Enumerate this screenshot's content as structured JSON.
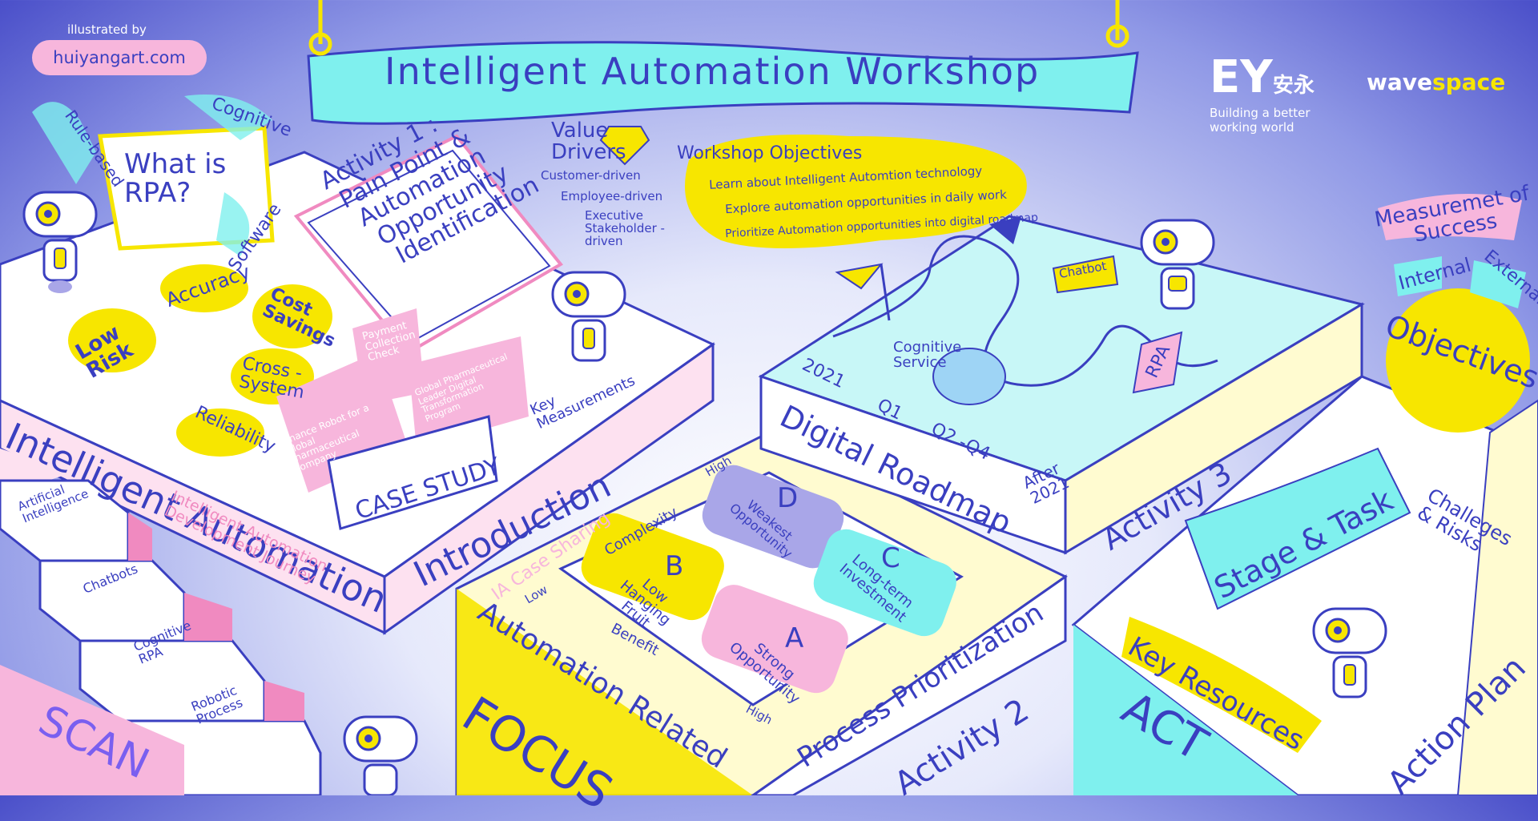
{
  "credit": {
    "prefix": "illustrated by",
    "site": "huiyangart.com"
  },
  "banner": {
    "title": "Intelligent Automation Workshop"
  },
  "logos": {
    "ey": "EY",
    "ey_chinese": "安永",
    "ey_tagline": "Building a better working world",
    "wave_part1": "wave",
    "wave_part2": "space"
  },
  "rpa_panel": {
    "question": "What is RPA?",
    "rule_based": "Rule-based",
    "cognitive": "Cognitive",
    "software": "Software"
  },
  "benefits": {
    "low_risk": "Low Risk",
    "accuracy": "Accuracy",
    "cost_savings": "Cost Savings",
    "cross_system": "Cross -System",
    "reliability": "Reliability"
  },
  "activity1": {
    "line1": "Activity 1 :",
    "line2": "Pain Point &",
    "line3": "Automation",
    "line4": "Opportunity",
    "line5": "Identification"
  },
  "value_drivers": {
    "title": "Value Drivers",
    "items": [
      "Customer-driven",
      "Employee-driven",
      "Executive Stakeholder -driven"
    ]
  },
  "objectives": {
    "title": "Workshop Objectives",
    "items": [
      "Learn about Intelligent Automtion technology",
      "Explore automation opportunities in daily work",
      "Prioritize Automation opportunities into digital roadmap"
    ]
  },
  "case_study": {
    "label": "CASE STUDY",
    "note1": "Payment Collection Check",
    "note2": "Finance Robot for a Global Pharmaceutical Company",
    "note3": "Global Pharmaceutical Leader Digital Transformation Program"
  },
  "key_measurements": "Key Measurements",
  "platform_left": {
    "title": "Intelligent Automation",
    "intro": "Introduction",
    "case_sharing": "IA Case Sharing"
  },
  "stairs": {
    "steps": [
      "Artificial Intelligence",
      "Chatbots",
      "Cognitive RPA",
      "Robotic Process"
    ],
    "journey": "Intelligent Automation Development Journey",
    "scan": "SCAN"
  },
  "matrix": {
    "complexity": "Complexity",
    "high": "High",
    "low": "Low",
    "benefit": "Benefit",
    "high2": "High",
    "d_letter": "D",
    "d_label": "Weakest Opportunity",
    "c_letter": "C",
    "c_label": "Long-term Investment",
    "b_letter": "B",
    "b_label": "Low Hanging Fruit",
    "a_letter": "A",
    "a_label": "Strong Opportunity"
  },
  "focus": {
    "title": "FOCUS",
    "related": "Automation Related",
    "process": "Process Prioritization",
    "activity2": "Activity 2"
  },
  "roadmap": {
    "title": "Digital Roadmap",
    "y2021": "2021",
    "q1": "Q1",
    "q24": "Q2 -Q4",
    "after": "After 2021",
    "cognitive_service": "Cognitive Service",
    "chatbot": "Chatbot",
    "rpa": "RPA"
  },
  "act": {
    "activity3": "Activity 3",
    "stage": "Stage & Task",
    "key_resources": "Key Resources",
    "act": "ACT",
    "action_plan": "Action Plan",
    "challenges": "Challeges & Risks"
  },
  "measurement": {
    "title": "Measuremet of Success",
    "internal": "Internal",
    "external": "External",
    "objectives": "Objectives"
  },
  "colors": {
    "blue": "#3a3fc0",
    "yellow": "#f7e600",
    "pink": "#f7b6dc",
    "cyan": "#7ff0ee",
    "lavender": "#a9a6e8"
  }
}
